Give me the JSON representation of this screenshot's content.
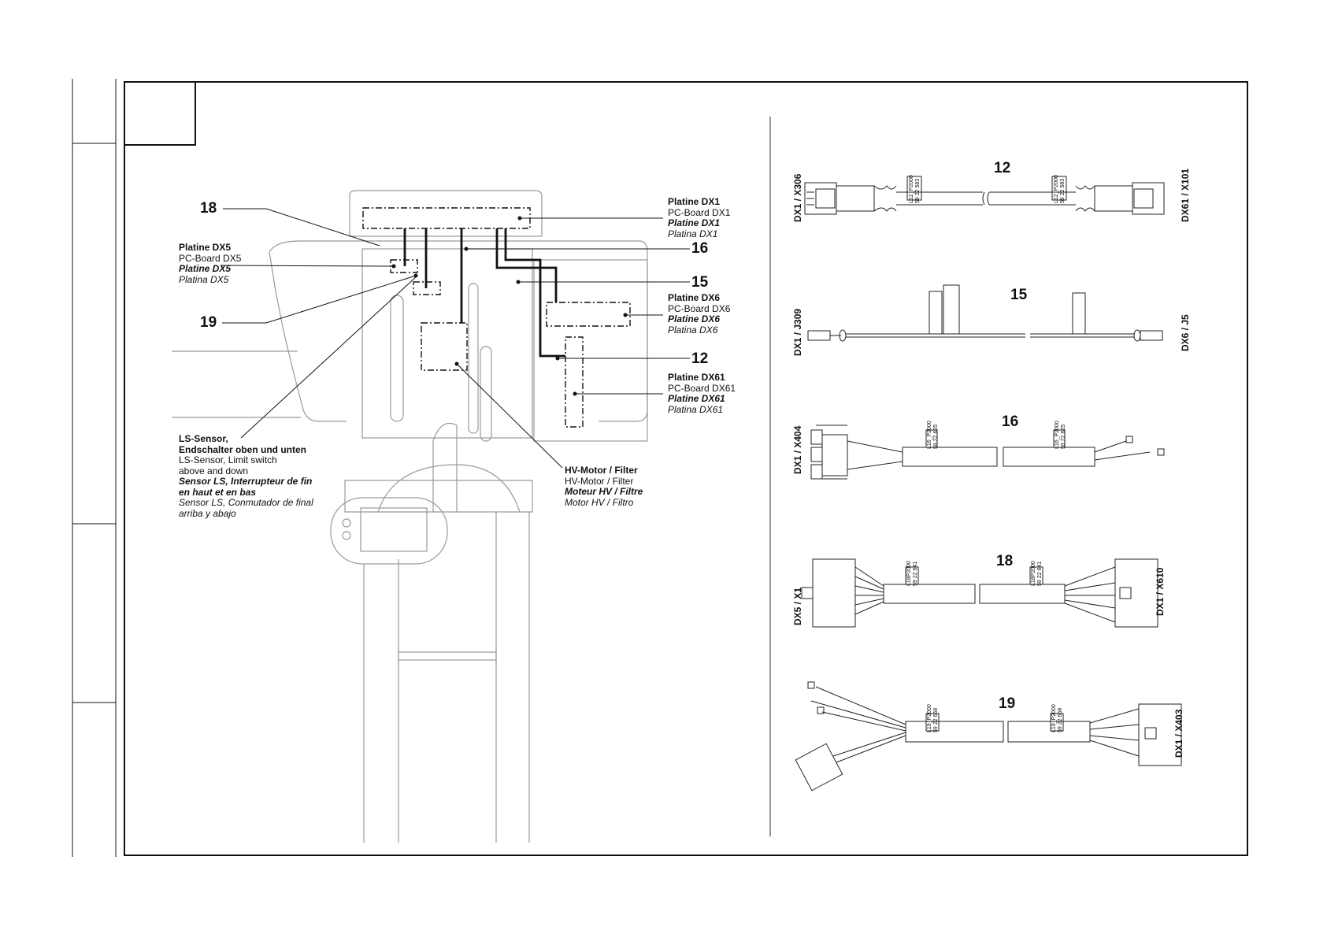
{
  "callouts": {
    "n12": "12",
    "n15": "15",
    "n16": "16",
    "n18": "18",
    "n19": "19"
  },
  "labels": {
    "dx1": [
      "Platine DX1",
      "PC-Board DX1",
      "Platine DX1",
      "Platina DX1"
    ],
    "dx5": [
      "Platine DX5",
      "PC-Board DX5",
      "Platine DX5",
      "Platina DX5"
    ],
    "dx6": [
      "Platine DX6",
      "PC-Board DX6",
      "Platine DX6",
      "Platina DX6"
    ],
    "dx61": [
      "Platine DX61",
      "PC-Board DX61",
      "Platine DX61",
      "Platina DX61"
    ],
    "ls": [
      "LS-Sensor,",
      "Endschalter oben und unten",
      "LS-Sensor, Limit switch",
      "above and down",
      "Sensor LS, Interrupteur de fin",
      "en haut et en bas",
      "Sensor LS, Conmutador de final",
      "arriba y abajo"
    ],
    "hv": [
      "HV-Motor / Filter",
      "HV-Motor / Filter",
      "Moteur HV / Filtre",
      "Motor HV / Filtro"
    ]
  },
  "cables": {
    "c12": {
      "num": "12",
      "left": "DX1 / X306",
      "right": "DX61 / X101",
      "tag1": "L12_P2000",
      "tag2": "59 22 583"
    },
    "c15": {
      "num": "15",
      "left": "DX1 / J309",
      "right": "DX6 / J5"
    },
    "c16": {
      "num": "16",
      "left": "DX1 / X404",
      "tag1": "L16_P2000",
      "tag2": "59 22 625"
    },
    "c18": {
      "num": "18",
      "left": "DX5 / X1",
      "right": "DX1 / X610",
      "tag1": "L18P2000",
      "tag2": "59 22 641"
    },
    "c19": {
      "num": "19",
      "right": "DX1 / X403",
      "tag1": "L19_P2000",
      "tag2": "59 22 658"
    }
  }
}
